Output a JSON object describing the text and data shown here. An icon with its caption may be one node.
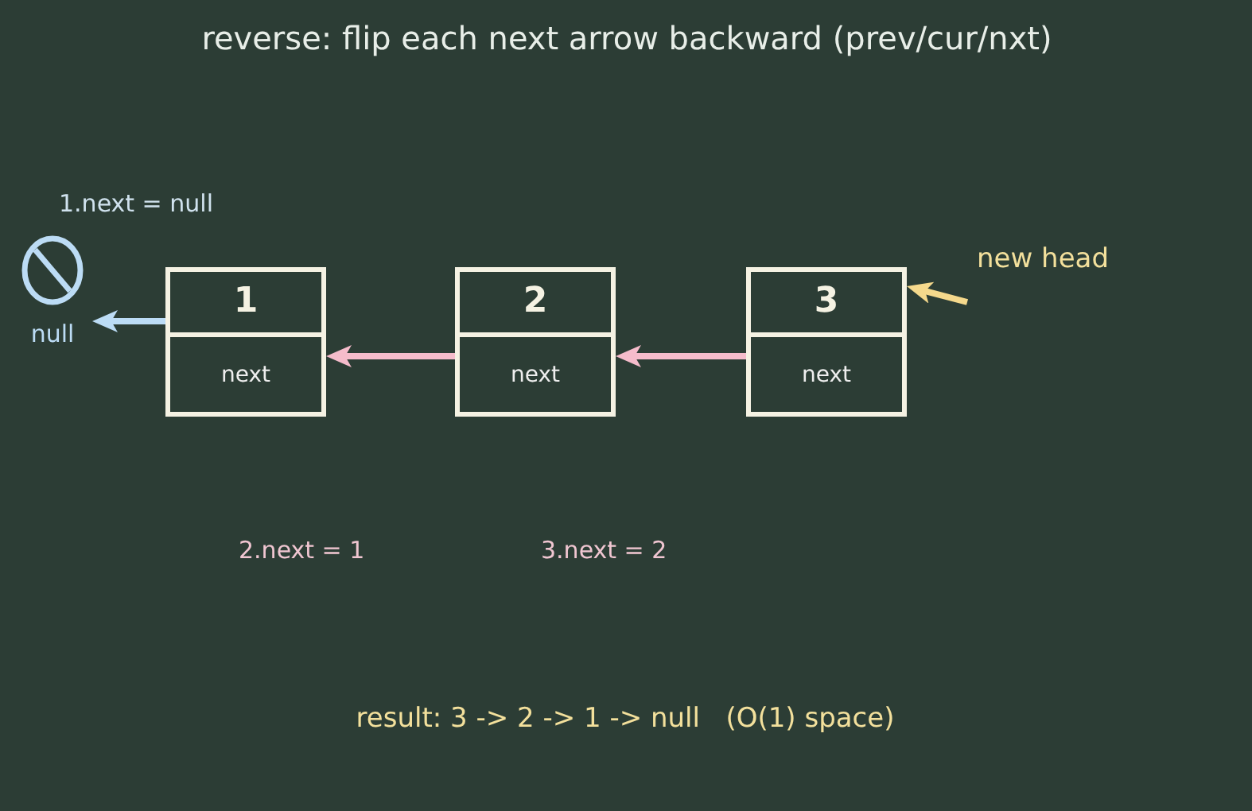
{
  "diagram": {
    "title": "reverse: flip each next arrow backward (prev/cur/nxt)",
    "nodes": [
      {
        "text": [
          "1",
          "next"
        ]
      },
      {
        "text": [
          "2",
          "next"
        ]
      },
      {
        "text": [
          "3",
          "next"
        ]
      },
      {
        "text": [
          "null"
        ]
      },
      {
        "text": [
          "new head"
        ]
      }
    ],
    "edges": [
      {
        "from": 0,
        "to": 3,
        "arrow": "to",
        "color": "#bcdcf5"
      },
      {
        "from": 1,
        "to": 0,
        "arrow": "to"
      },
      {
        "from": 2,
        "to": 1,
        "arrow": "to"
      },
      {
        "from": 4,
        "to": 2,
        "arrow": "to",
        "color": "#f5d98c"
      }
    ],
    "labels": [
      "1.next = null",
      "2.next = 1",
      "3.next = 2",
      "result: 3 -> 2 -> 1 -> null   (O(1) space)"
    ]
  }
}
